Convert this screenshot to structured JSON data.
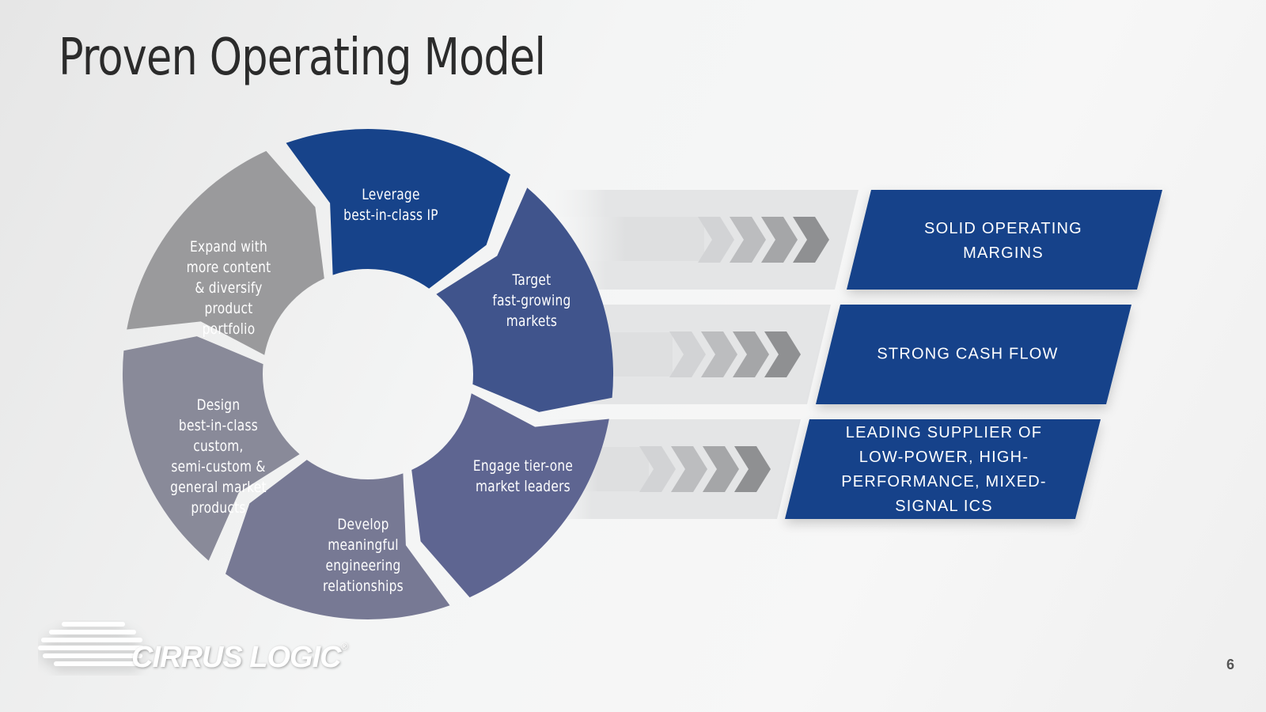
{
  "slide": {
    "title": "Proven Operating Model",
    "page_number": "6"
  },
  "cycle": {
    "segments": [
      {
        "label": "Leverage\nbest-in-class IP",
        "color": "#17438a"
      },
      {
        "label": "Target\nfast-growing\nmarkets",
        "color": "#40548c"
      },
      {
        "label": "Engage tier-one\nmarket leaders",
        "color": "#5e6591"
      },
      {
        "label": "Develop\nmeaningful\nengineering\nrelationships",
        "color": "#777994"
      },
      {
        "label": "Design\nbest-in-class\ncustom,\nsemi-custom &\ngeneral market\nproducts",
        "color": "#898a99"
      },
      {
        "label": "Expand with\nmore content\n& diversify\nproduct\nportfolio",
        "color": "#9a9a9c"
      }
    ]
  },
  "outcomes": [
    {
      "label": "SOLID OPERATING\nMARGINS"
    },
    {
      "label": "STRONG CASH FLOW"
    },
    {
      "label": "LEADING SUPPLIER OF\nLOW-POWER, HIGH-\nPERFORMANCE, MIXED-\nSIGNAL ICS"
    }
  ],
  "colors": {
    "outcome_fill": "#17438a",
    "chevron_light": "#d2d3d5",
    "chevron_dark": "#8f9092"
  },
  "logo": {
    "text": "CIRRUS LOGIC",
    "registered": "®"
  }
}
